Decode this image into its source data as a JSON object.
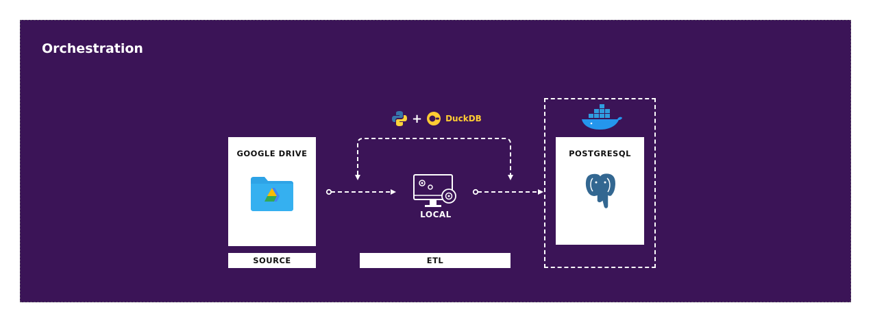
{
  "title": "Orchestration",
  "source": {
    "card_label": "GOOGLE DRIVE",
    "tag": "SOURCE"
  },
  "etl": {
    "node_label": "LOCAL",
    "tag": "ETL",
    "tools_label": "DuckDB"
  },
  "target": {
    "card_label": "POSTGRESQL"
  },
  "icons": [
    "google-drive-icon",
    "computer-gears-icon",
    "python-icon",
    "duckdb-icon",
    "docker-icon",
    "postgresql-icon"
  ],
  "colors": {
    "background": "#3b1457",
    "card": "#ffffff",
    "duckdb": "#ffcc33"
  }
}
